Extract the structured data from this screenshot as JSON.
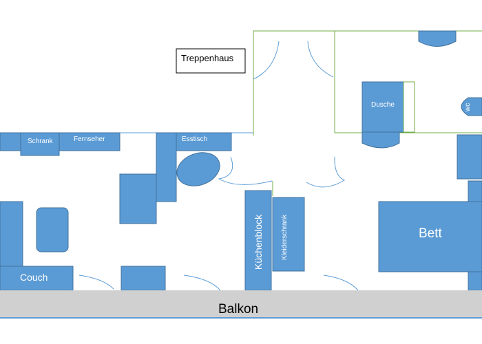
{
  "labels": {
    "treppenhaus": "Treppenhaus",
    "schrank": "Schrank",
    "fernseher": "Fernseher",
    "esstisch": "Esstisch",
    "dusche": "Dusche",
    "wc": "wc",
    "kuechenblock": "Küchenblock",
    "kleiderschrank": "Kleiderschrank",
    "bett": "Bett",
    "couch": "Couch",
    "balkon": "Balkon"
  },
  "colors": {
    "furniture": "#5b9bd5",
    "furniture_border": "#41719c",
    "walls": "#70ad47",
    "balcony": "#d0d0d0",
    "label_text": "#ffffff"
  }
}
